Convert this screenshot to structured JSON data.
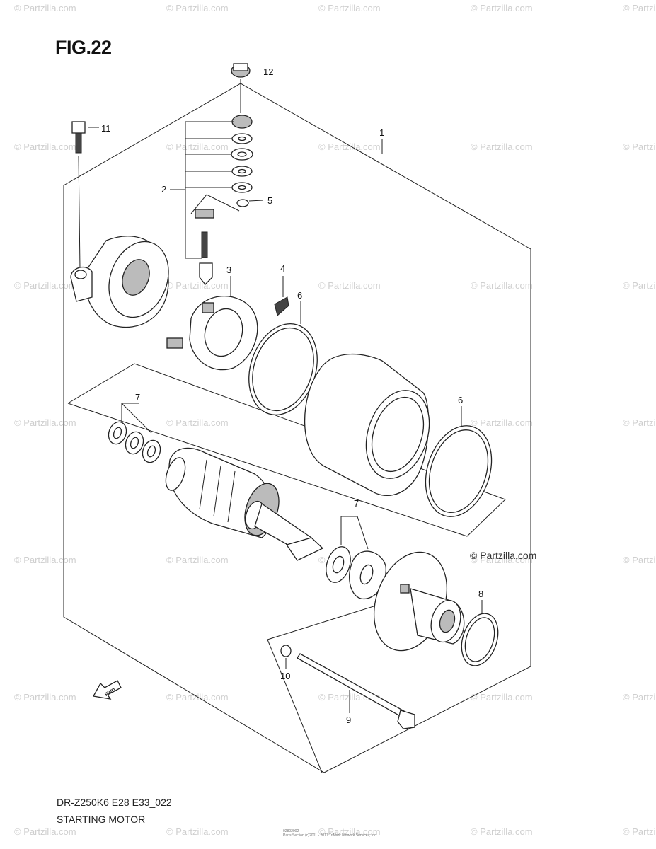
{
  "figure": {
    "title": "FIG.22",
    "model_code": "DR-Z250K6 E28 E33_022",
    "assembly_name": "STARTING MOTOR",
    "copyright": "© Partzilla.com",
    "fwd_label": "FWD",
    "fine_print_1": "02802002",
    "fine_print_2": "Parts Section (c)2001 - 2017 TriMark Network Services, Inc."
  },
  "watermark": {
    "text": "© Partzilla.com",
    "color": "#cfcfcf"
  },
  "callouts": [
    {
      "id": "c1",
      "label": "1"
    },
    {
      "id": "c2",
      "label": "2"
    },
    {
      "id": "c3",
      "label": "3"
    },
    {
      "id": "c4",
      "label": "4"
    },
    {
      "id": "c5",
      "label": "5"
    },
    {
      "id": "c6a",
      "label": "6"
    },
    {
      "id": "c6b",
      "label": "6"
    },
    {
      "id": "c7a",
      "label": "7"
    },
    {
      "id": "c7b",
      "label": "7"
    },
    {
      "id": "c8",
      "label": "8"
    },
    {
      "id": "c9",
      "label": "9"
    },
    {
      "id": "c10",
      "label": "10"
    },
    {
      "id": "c11",
      "label": "11"
    },
    {
      "id": "c12",
      "label": "12"
    }
  ]
}
